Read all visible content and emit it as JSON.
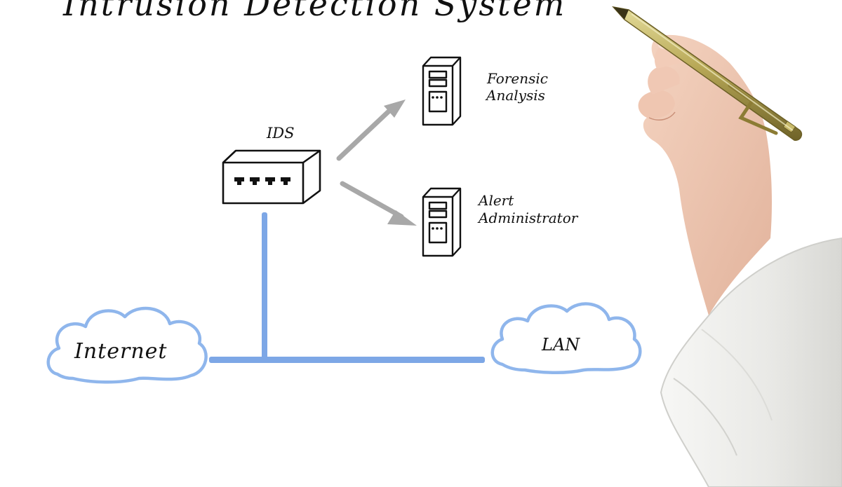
{
  "diagram": {
    "title": "Intrusion Detection System",
    "nodes": {
      "ids": {
        "label": "IDS"
      },
      "forensic": {
        "label_line1": "Forensic",
        "label_line2": "Analysis"
      },
      "alert": {
        "label_line1": "Alert",
        "label_line2": "Administrator"
      },
      "internet": {
        "label": "Internet"
      },
      "lan": {
        "label": "LAN"
      }
    },
    "edges": [
      {
        "from": "IDS",
        "to": "Forensic Analysis",
        "style": "arrow"
      },
      {
        "from": "IDS",
        "to": "Alert Administrator",
        "style": "arrow"
      },
      {
        "from": "IDS",
        "to": "network line",
        "style": "line"
      },
      {
        "from": "Internet",
        "to": "LAN",
        "style": "line"
      }
    ]
  },
  "colors": {
    "ink": "#111111",
    "network_line": "#7da7e6",
    "cloud_outline": "#8fb6ec",
    "arrow": "#a8a8a8",
    "background": "#ffffff"
  },
  "icons": {
    "ids_device": "network-switch-icon",
    "forensic_server": "server-tower-icon",
    "alert_server": "server-tower-icon",
    "pen": "pen-icon",
    "hand": "hand-icon"
  }
}
